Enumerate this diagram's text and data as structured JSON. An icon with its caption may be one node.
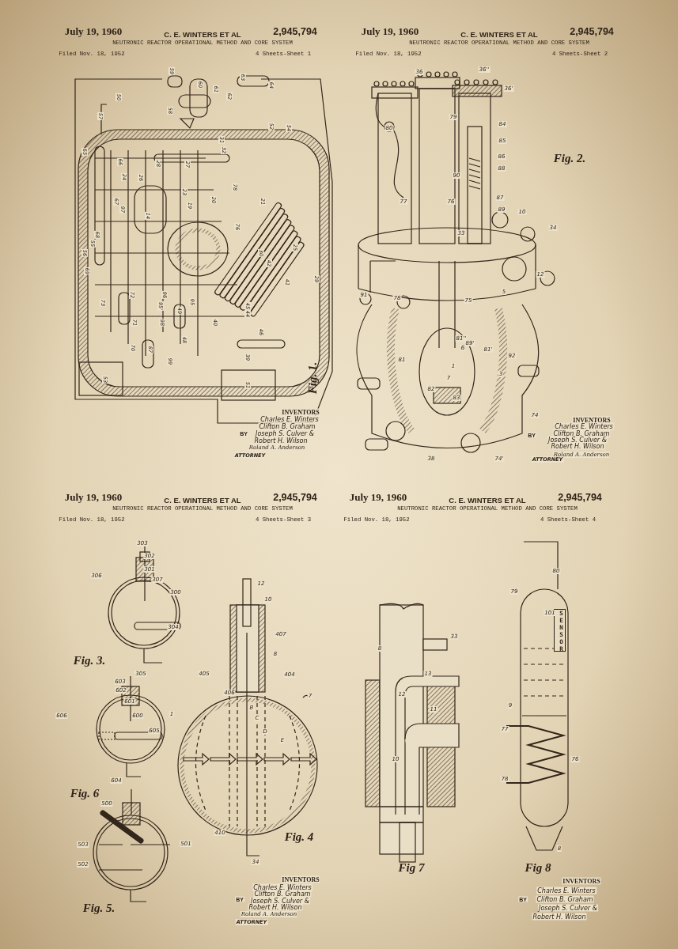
{
  "diagram": {
    "nodes": [
      {
        "text": [
          "SENSOR"
        ]
      }
    ],
    "labels": [
      "July 19, 1960",
      "C. E. WINTERS ET AL",
      "2,945,794",
      "NEUTRONIC REACTOR OPERATIONAL METHOD AND CORE SYSTEM",
      "Filed Nov. 18, 1952",
      "4 Sheets-Sheet 1",
      "59",
      "60",
      "63",
      "61",
      "62",
      "64",
      "50",
      "57",
      "58",
      "52",
      "54",
      "31",
      "32",
      "28",
      "27",
      "24",
      "26",
      "65",
      "66",
      "67",
      "97",
      "23",
      "78",
      "14",
      "20",
      "19",
      "21",
      "76",
      "68",
      "55",
      "56",
      "69",
      "25",
      "30",
      "42",
      "41",
      "29",
      "73",
      "72",
      "96",
      "95'",
      "95",
      "49",
      "71",
      "98",
      "40",
      "45",
      "44",
      "46",
      "70",
      "87",
      "48",
      "99",
      "39",
      "53",
      "51",
      "Fig. 1.",
      "INVENTORS",
      "Charles E. Winters",
      "Clifton B. Graham",
      "BY",
      "Joseph S. Culver &",
      "Robert H. Wilson",
      "Roland A. Anderson",
      "ATTORNEY",
      "July 19, 1960",
      "C. E. WINTERS ET AL",
      "2,945,794",
      "NEUTRONIC REACTOR OPERATIONAL METHOD AND CORE SYSTEM",
      "Filed Nov. 18, 1952",
      "4 Sheets-Sheet 2",
      "36",
      "36''",
      "36'",
      "80",
      "79",
      "84",
      "85",
      "86",
      "88",
      "90",
      "77",
      "76",
      "87",
      "89",
      "10",
      "34",
      "33",
      "12",
      "91",
      "78",
      "5",
      "75",
      "81''",
      "89'",
      "6",
      "81'",
      "92",
      "81",
      "1",
      "7",
      "3",
      "82",
      "83",
      "74",
      "38",
      "74'",
      "Fig. 2.",
      "INVENTORS",
      "Charles E. Winters",
      "Clifton B. Graham",
      "BY",
      "Joseph S. Culver &",
      "Robert H. Wilson",
      "Roland A. Anderson",
      "ATTORNEY",
      "July 19, 1960",
      "C. E. WINTERS ET AL",
      "2,945,794",
      "NEUTRONIC REACTOR OPERATIONAL METHOD AND CORE SYSTEM",
      "Filed Nov. 18, 1952",
      "4 Sheets-Sheet 3",
      "303",
      "302",
      "301",
      "306",
      "307",
      "300",
      "304",
      "Fig. 3.",
      "305",
      "603",
      "602",
      "601",
      "606",
      "600",
      "605",
      "604",
      "Fig. 6",
      "500",
      "503",
      "501",
      "502",
      "Fig. 5.",
      "12",
      "10",
      "407",
      "8",
      "405",
      "404",
      "406",
      "7",
      "1",
      "B",
      "C",
      "D",
      "E",
      "410",
      "Fig. 4",
      "34",
      "INVENTORS",
      "Charles E. Winters",
      "Clifton B. Graham",
      "BY",
      "Joseph S. Culver &",
      "Robert H. Wilson",
      "Roland A. Anderson",
      "ATTORNEY",
      "July 19, 1960",
      "C. E. WINTERS ET AL",
      "2,945,794",
      "NEUTRONIC REACTOR OPERATIONAL METHOD AND CORE SYSTEM",
      "Filed Nov. 18, 1952",
      "4 Sheets-Sheet 4",
      "80",
      "79",
      "101",
      "33",
      "8",
      "13",
      "12",
      "11",
      "9",
      "77",
      "10",
      "76",
      "78",
      "8",
      "Fig 7",
      "Fig 8",
      "INVENTORS",
      "Charles E. Winters",
      "BY",
      "Clifton B. Graham",
      "Joseph S. Culver &",
      "Robert H. Wilson"
    ]
  }
}
